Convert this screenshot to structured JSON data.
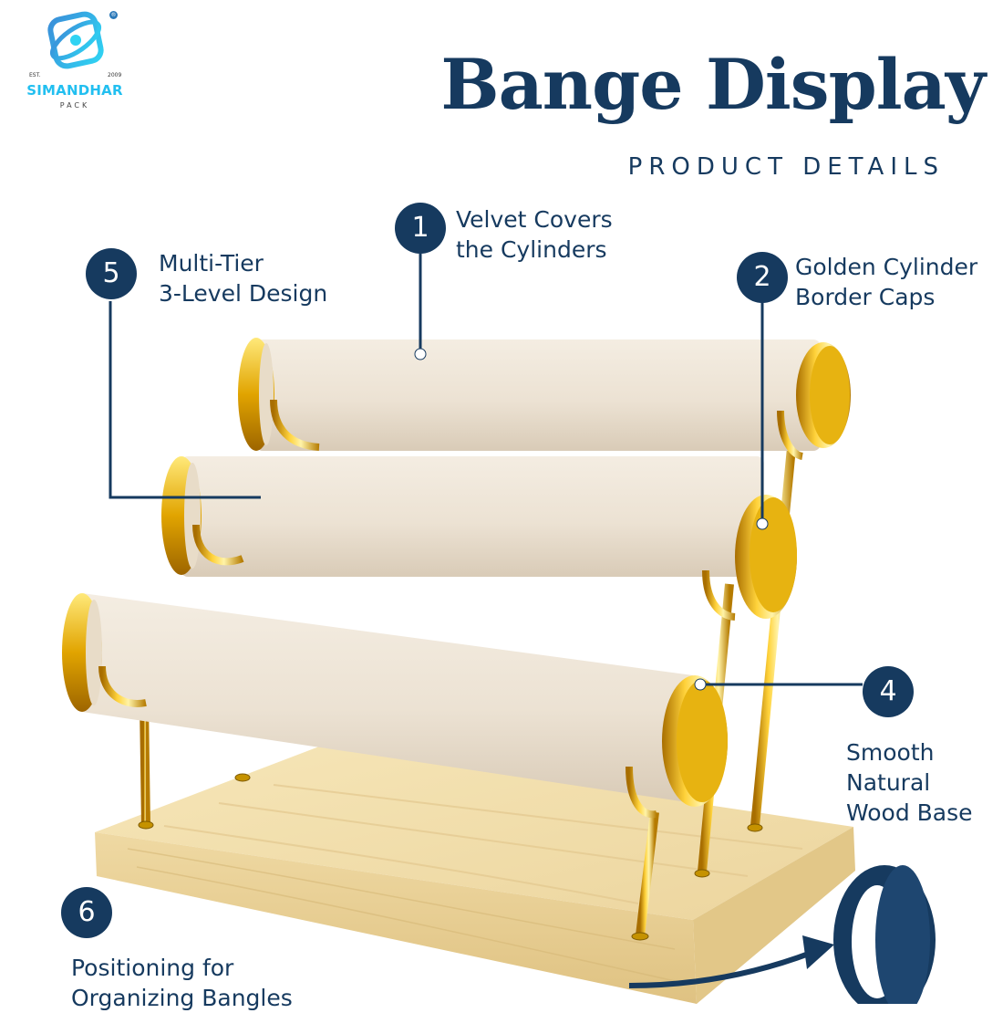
{
  "logo": {
    "name": "SIMANDHAR",
    "sub": "PACK",
    "est": "EST.",
    "year": "2009",
    "registered_mark": "®",
    "icon": "atom-orbit-logo-icon",
    "color": "#22bff0"
  },
  "heading": {
    "title": "Bange Display",
    "subtitle": "PRODUCT DETAILS"
  },
  "callouts": [
    {
      "number": "1",
      "line1": "Velvet Covers",
      "line2": "the Cylinders"
    },
    {
      "number": "2",
      "line1": "Golden Cylinder",
      "line2": "Border Caps"
    },
    {
      "number": "4",
      "line1": "Smooth",
      "line2": "Natural",
      "line3": "Wood Base"
    },
    {
      "number": "5",
      "line1": "Multi-Tier",
      "line2": "3-Level Design"
    },
    {
      "number": "6",
      "line1": "Positioning for",
      "line2": "Organizing Bangles"
    }
  ],
  "colors": {
    "navy": "#163a5f",
    "cream": "#efe6d8",
    "gold": "#e0a900",
    "wood": "#f1dfae"
  }
}
